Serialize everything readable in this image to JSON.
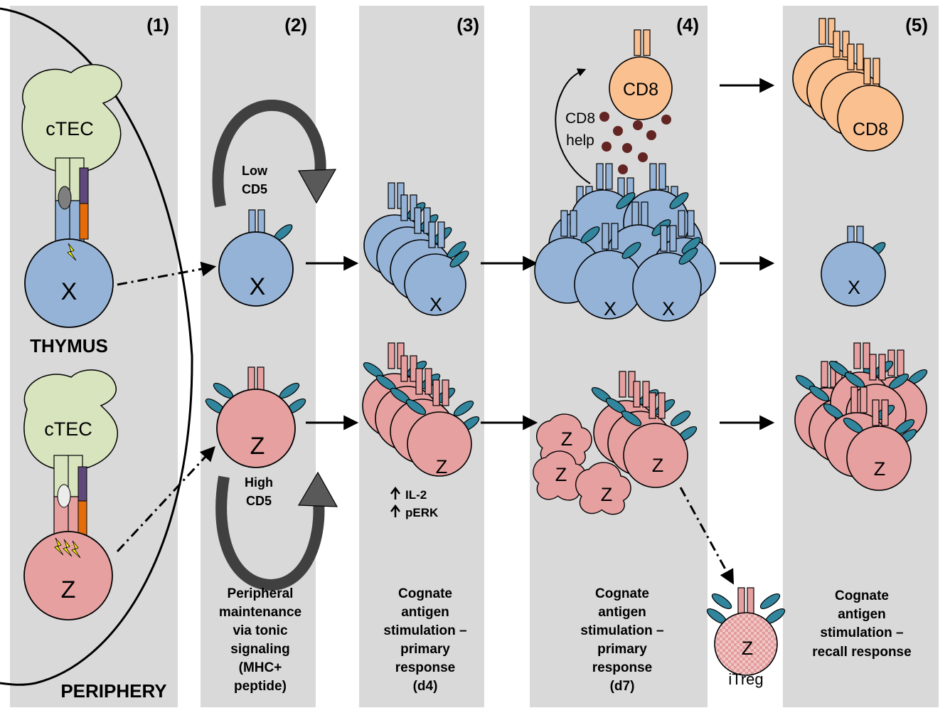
{
  "panels": [
    {
      "number": "(1)"
    },
    {
      "number": "(2)"
    },
    {
      "number": "(3)"
    },
    {
      "number": "(4)"
    },
    {
      "number": "(5)"
    }
  ],
  "labels": {
    "ctec": "cTEC",
    "thymus": "THYMUS",
    "periphery": "PERIPHERY",
    "cell_x": "X",
    "cell_z": "Z",
    "cd8": "CD8",
    "itreg": "iTreg",
    "low_cd5": [
      "Low",
      "CD5"
    ],
    "high_cd5": [
      "High",
      "CD5"
    ],
    "cd8_help": [
      "CD8",
      "help"
    ],
    "il2": "IL-2",
    "perk": "pERK"
  },
  "captions": {
    "p2": [
      "Peripheral",
      "maintenance",
      "via tonic",
      "signaling",
      "(MHC+",
      "peptide)"
    ],
    "p3": [
      "Cognate",
      "antigen",
      "stimulation –",
      "primary",
      "response",
      "(d4)"
    ],
    "p4": [
      "Cognate",
      "antigen",
      "stimulation –",
      "primary",
      "response",
      "(d7)"
    ],
    "p5": [
      "Cognate",
      "antigen",
      "stimulation –",
      "recall response"
    ]
  },
  "colors": {
    "panel_bg": "#d9d9d9",
    "blue_cell": "#95b3d7",
    "pink_cell": "#e6a0a0",
    "orange_cell": "#fac090",
    "ctec_green": "#d7e4bd",
    "teal_receptor": "#31859c",
    "purple_mhc": "#5f497a",
    "orange_mhc": "#e46c0a",
    "lightning": "#ffff00",
    "dot": "#632523"
  }
}
